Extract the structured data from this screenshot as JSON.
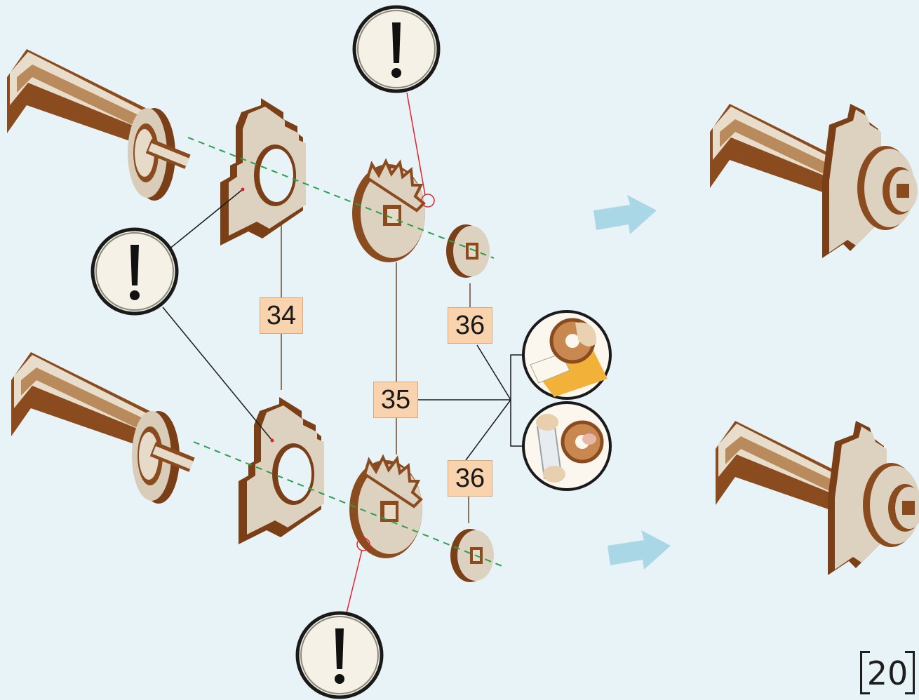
{
  "labels": {
    "part_34": "34",
    "part_35": "35",
    "part_36_top": "36",
    "part_36_bottom": "36"
  },
  "warning_symbol": "!",
  "icons": [
    "exclamation-warning-icon",
    "arrow-right-icon",
    "glue-sticker-icon",
    "press-fit-icon"
  ],
  "page_number": "20",
  "colors": {
    "background": "#e8f3f7",
    "wood_light": "#e0d4c3",
    "wood_dark": "#8a4b1e",
    "label_fill": "#f9d3ad",
    "axis_dash": "#2aa04a",
    "leader_red": "#e0232a",
    "arrow": "#a9d7e6"
  }
}
